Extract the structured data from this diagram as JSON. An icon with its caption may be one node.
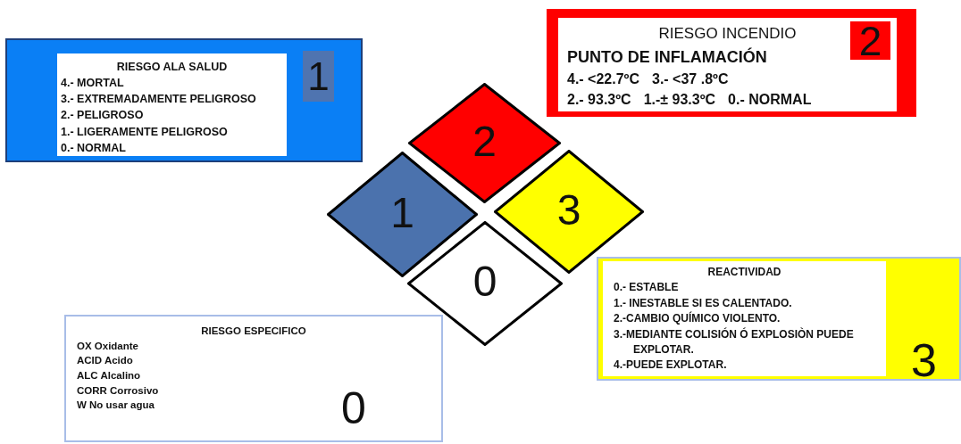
{
  "diagram": {
    "nodes": [
      {
        "text": [
          "RIESGO INCENDIO",
          "PUNTO DE INFLAMACIÓN",
          "4.- <22.7ºC",
          "3.- <37 .8ºC",
          "2.- 93.3ºC",
          "1.-± 93.3ºC",
          "0.- NORMAL"
        ]
      },
      {
        "text": [
          "2"
        ],
        "in": 0
      },
      {
        "text": [
          "RIESGO ALA SALUD",
          "4.- MORTAL",
          "3.- EXTREMADAMENTE PELIGROSO",
          "2.- PELIGROSO",
          "1.- LIGERAMENTE PELIGROSO",
          "0.- NORMAL"
        ]
      },
      {
        "text": [
          "1"
        ],
        "in": 2
      },
      {
        "text": [
          "2"
        ]
      },
      {
        "text": [
          "1"
        ]
      },
      {
        "text": [
          "3"
        ]
      },
      {
        "text": [
          "0"
        ]
      },
      {
        "text": [
          "REACTIVIDAD",
          "0.- ESTABLE",
          "1.- INESTABLE SI ES CALENTADO.",
          "2.-CAMBIO QUÍMICO VIOLENTO.",
          "3.-MEDIANTE COLISIÓN Ó EXPLOSIÒN PUEDE EXPLOTAR.",
          "4.-PUEDE EXPLOTAR.",
          "3"
        ]
      },
      {
        "text": [
          "RIESGO ESPECIFICO",
          "OX  Oxidante",
          "ACID  Acido",
          "ALC  Alcalino",
          "CORR   Corrosivo",
          "W   No usar agua",
          "0"
        ]
      }
    ],
    "edges": []
  }
}
